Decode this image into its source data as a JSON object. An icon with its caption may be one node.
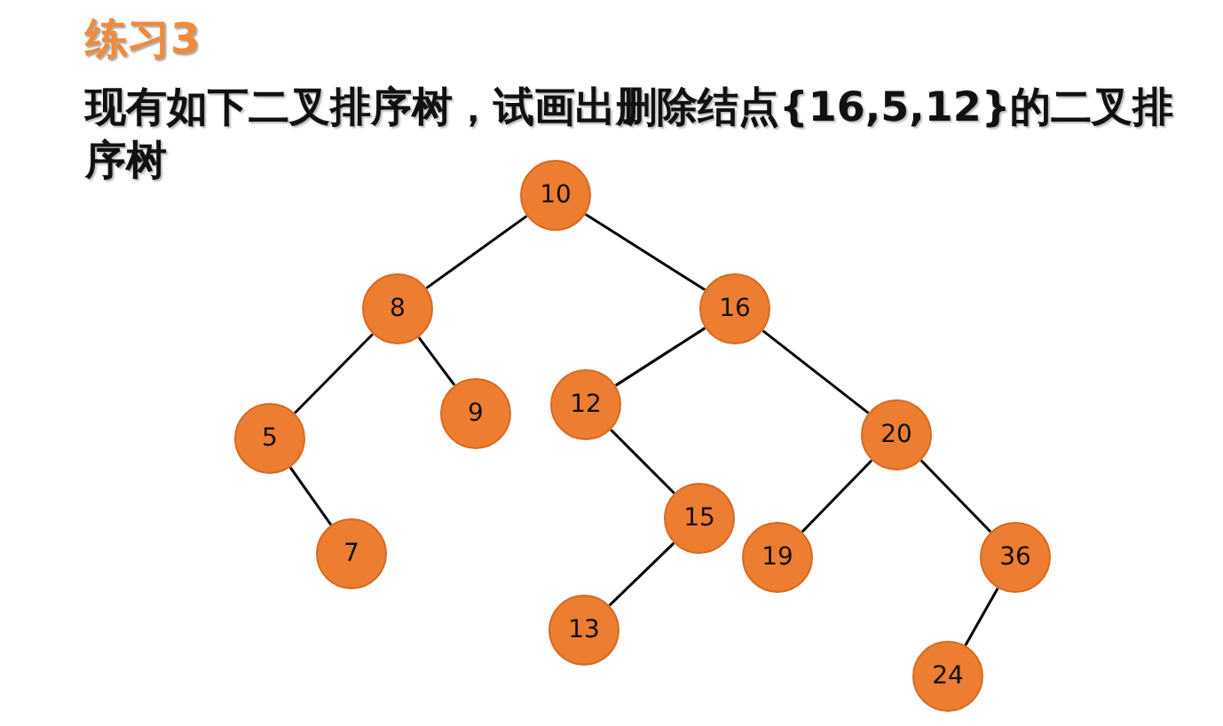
{
  "diagram": {
    "title": "练习3",
    "nodes": [
      {
        "text": [
          "10"
        ]
      },
      {
        "text": [
          "8"
        ]
      },
      {
        "text": [
          "16"
        ]
      },
      {
        "text": [
          "5"
        ]
      },
      {
        "text": [
          "9"
        ]
      },
      {
        "text": [
          "12"
        ]
      },
      {
        "text": [
          "20"
        ]
      },
      {
        "text": [
          "7"
        ]
      },
      {
        "text": [
          "15"
        ]
      },
      {
        "text": [
          "19"
        ]
      },
      {
        "text": [
          "36"
        ]
      },
      {
        "text": [
          "13"
        ]
      },
      {
        "text": [
          "24"
        ]
      }
    ],
    "edges": [
      {
        "from": 0,
        "to": 1,
        "arrow": "none"
      },
      {
        "from": 0,
        "to": 2,
        "arrow": "none"
      },
      {
        "from": 1,
        "to": 3,
        "arrow": "none"
      },
      {
        "from": 1,
        "to": 4,
        "arrow": "none"
      },
      {
        "from": 3,
        "to": 7,
        "arrow": "none"
      },
      {
        "from": 2,
        "to": 5,
        "arrow": "none"
      },
      {
        "from": 2,
        "to": 6,
        "arrow": "none"
      },
      {
        "from": 5,
        "to": 8,
        "arrow": "none"
      },
      {
        "from": 8,
        "to": 11,
        "arrow": "none"
      },
      {
        "from": 6,
        "to": 9,
        "arrow": "none"
      },
      {
        "from": 6,
        "to": 10,
        "arrow": "none"
      },
      {
        "from": 10,
        "to": 12,
        "arrow": "none"
      }
    ],
    "labels": [
      "现有如下二叉排序树，试画出删除结点{16,5,12}的二叉排序树"
    ]
  }
}
